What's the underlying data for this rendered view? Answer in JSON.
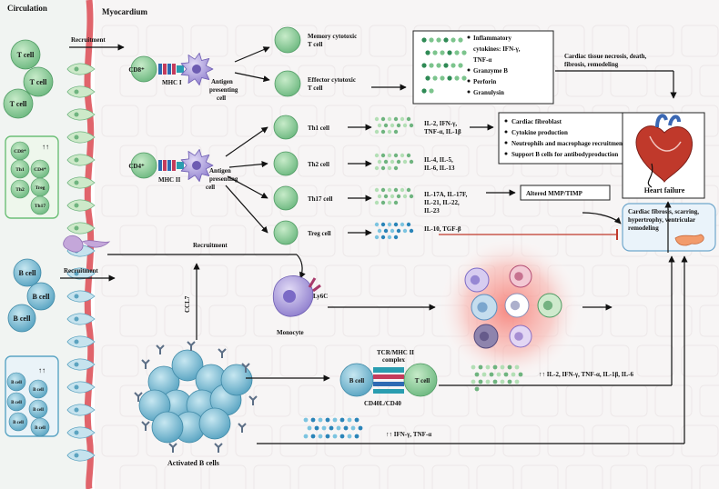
{
  "header": {
    "circulation": "Circulation",
    "myocardium": "Myocardium"
  },
  "circulation": {
    "t_cell": "T cell",
    "b_cell": "B cell",
    "recruitment_t": "Recruitment",
    "recruitment_b": "Recruitment",
    "t_inset": {
      "arrows": "↑↑",
      "cells": [
        "CD8⁺",
        "CD4⁺",
        "Th1",
        "Treg",
        "Th2",
        "Th17"
      ]
    },
    "b_inset": {
      "arrows": "↑↑",
      "cells": [
        "B cell",
        "B cell",
        "B cell",
        "B cell",
        "B cell",
        "B cell"
      ]
    }
  },
  "cd8_branch": {
    "cd8": "CD8⁺",
    "mhc": "MHC I",
    "apc": [
      "Antigen",
      "presenting",
      "cell"
    ],
    "memory": [
      "Memory cytotoxic",
      "T cell"
    ],
    "effector": [
      "Effector cytotoxic",
      "T cell"
    ],
    "effects_box": [
      "Inflammatory",
      "cytokines: IFN-γ,",
      "TNF-α",
      "Granzyme B",
      "Perforin",
      "Granulysin"
    ],
    "outcome": [
      "Cardiac tissue necrosis, death,",
      "fibrosis, remodeling"
    ]
  },
  "cd4_branch": {
    "cd4": "CD4⁺",
    "mhc": "MHC II",
    "apc": [
      "Antigen",
      "presenting",
      "cell"
    ],
    "subsets": [
      {
        "name": "Th1 cell",
        "cytokines": [
          "IL-2, IFN-γ,",
          "TNF-α, IL-1β"
        ]
      },
      {
        "name": "Th2 cell",
        "cytokines": [
          "IL-4, IL-5,",
          "IL-6, IL-13"
        ]
      },
      {
        "name": "Th17 cell",
        "cytokines": [
          "IL-17A, IL-17F,",
          "IL-21, IL-22,",
          "IL-23"
        ]
      },
      {
        "name": "Treg cell",
        "cytokines": [
          "IL-10, TGF-β"
        ]
      }
    ],
    "effects_box": [
      "Cardiac fibroblast",
      "Cytokine production",
      "Neutrophils and macrophage recruitment",
      "Support B cells for antibodyproduction"
    ],
    "mmp_box": "Altered MMP/TIMP"
  },
  "outcomes": {
    "heart_failure": "Heart failure",
    "fibrosis": [
      "Cardiac fibrosis, scarring,",
      "hypertrophy, ventricular",
      "remodeling"
    ]
  },
  "b_branch": {
    "recruitment": "Recruitment",
    "ccl7": "CCL7",
    "ly6": "Ly6C",
    "monocyte": "Monocyte",
    "activated": "Activated B cells",
    "tcr_mhc": [
      "TCR/MHC II",
      "complex"
    ],
    "cd40": "CD40L/CD40",
    "b_cell": "B cell",
    "t_cell": "T cell",
    "cytokines_upper": "↑↑ IL-2,  IFN-γ, TNF-α, IL-1β, IL-6",
    "cytokines_lower": "↑↑ IFN-γ, TNF-α"
  },
  "colors": {
    "t_cell": "#7cc48d",
    "t_cell_inner": "#a7dcae",
    "b_cell": "#6ab0cc",
    "b_cell_inner": "#a4d3e4",
    "vessel": "#e0646b",
    "apc": "#a998d9",
    "arrow": "#111111",
    "inhibit": "#c0392b",
    "inflammation": "#f4908a"
  }
}
